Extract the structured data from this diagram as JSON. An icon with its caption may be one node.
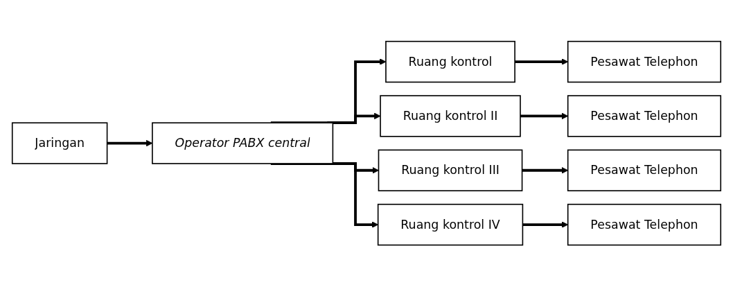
{
  "diagram": {
    "nodes": [
      {
        "text": [
          "Jaringan"
        ]
      },
      {
        "text": [
          "Operator PABX central"
        ]
      },
      {
        "text": [
          "Ruang kontrol"
        ]
      },
      {
        "text": [
          "Ruang kontrol II"
        ]
      },
      {
        "text": [
          "Ruang kontrol III"
        ]
      },
      {
        "text": [
          "Ruang kontrol IV"
        ]
      },
      {
        "text": [
          "Pesawat Telephon"
        ]
      },
      {
        "text": [
          "Pesawat Telephon"
        ]
      },
      {
        "text": [
          "Pesawat Telephon"
        ]
      },
      {
        "text": [
          "Pesawat Telephon"
        ]
      }
    ],
    "edges": [
      {
        "from": 0,
        "to": 1,
        "arrow": "to"
      },
      {
        "from": 1,
        "to": 2,
        "arrow": "to"
      },
      {
        "from": 1,
        "to": 3,
        "arrow": "to"
      },
      {
        "from": 1,
        "to": 4,
        "arrow": "to"
      },
      {
        "from": 1,
        "to": 5,
        "arrow": "to"
      },
      {
        "from": 2,
        "to": 6,
        "arrow": "to"
      },
      {
        "from": 3,
        "to": 7,
        "arrow": "to"
      },
      {
        "from": 4,
        "to": 8,
        "arrow": "to"
      },
      {
        "from": 5,
        "to": 9,
        "arrow": "to"
      }
    ]
  }
}
